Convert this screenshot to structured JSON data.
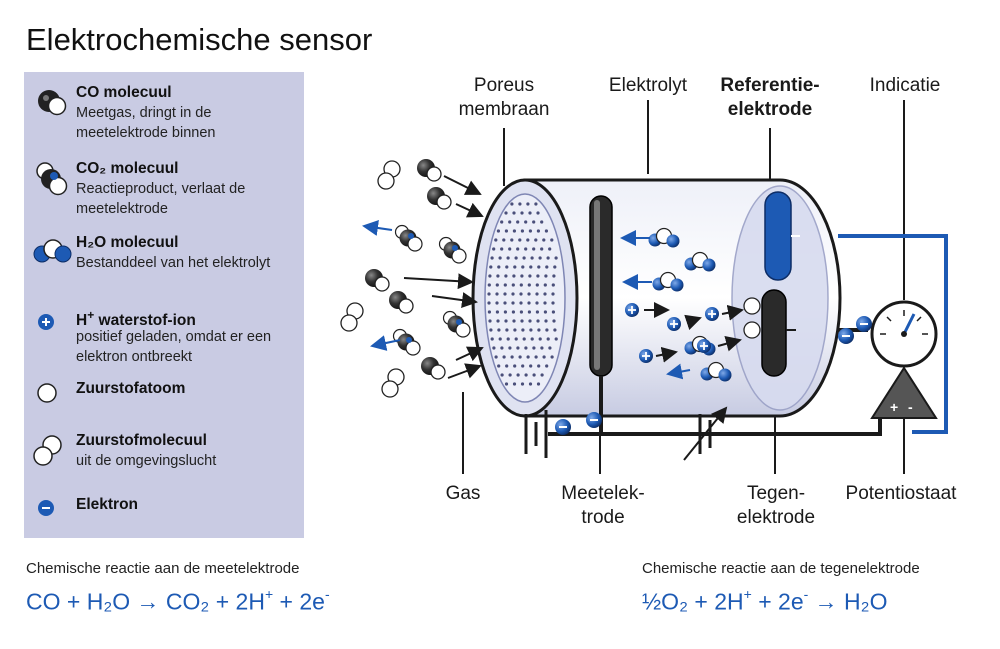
{
  "title": "Elektrochemische sensor",
  "legend": [
    {
      "title": "CO molecuul",
      "desc": "Meetgas, dringt in de meetelektrode binnen",
      "icon": "co-molecule-icon"
    },
    {
      "title": "CO₂ molecuul",
      "desc": "Reactieproduct, verlaat de meetelektrode",
      "icon": "co2-molecule-icon"
    },
    {
      "title": "H₂O molecuul",
      "desc": "Bestanddeel van het elektrolyt",
      "icon": "h2o-molecule-icon"
    },
    {
      "title": "H",
      "title_sup": "+",
      "title_rest": " waterstof-ion",
      "desc": "positief geladen, omdat er een elektron ontbreekt",
      "icon": "hydrogen-ion-icon"
    },
    {
      "title": "Zuurstofatoom",
      "desc": "",
      "icon": "oxygen-atom-icon"
    },
    {
      "title": "Zuurstofmolecuul",
      "desc": "uit de omgevingslucht",
      "icon": "oxygen-molecule-icon"
    },
    {
      "title": "Elektron",
      "desc": "",
      "icon": "electron-icon"
    }
  ],
  "labels": {
    "poreus_membraan": "Poreus membraan",
    "elektrolyt": "Elektrolyt",
    "referentie_elektrode": "Referentie-elektrode",
    "indicatie": "Indicatie",
    "gas": "Gas",
    "meetelektrode": "Meetelek-trode",
    "tegenelektrode": "Tegen-elektrode",
    "potentiostaat": "Potentiostaat",
    "plus": "+",
    "minus": "-"
  },
  "reactions": {
    "left_label": "Chemische reactie aan de meetelektrode",
    "left_eq_a": "CO + H₂O → CO₂ + 2H",
    "left_eq_sup1": "+",
    "left_eq_b": " + 2e",
    "left_eq_sup2": "-",
    "right_label": "Chemische reactie aan de tegenelektrode",
    "right_eq_a": "½O₂ + 2H",
    "right_eq_sup1": "+",
    "right_eq_b": " + 2e",
    "right_eq_sup2": "-",
    "right_eq_c": " → H₂O"
  },
  "colors": {
    "accent_blue": "#1d5ab4",
    "legend_bg": "#c9cbe3",
    "dark_molecule": "#2a2a2a",
    "wire": "#1a1a1a"
  }
}
